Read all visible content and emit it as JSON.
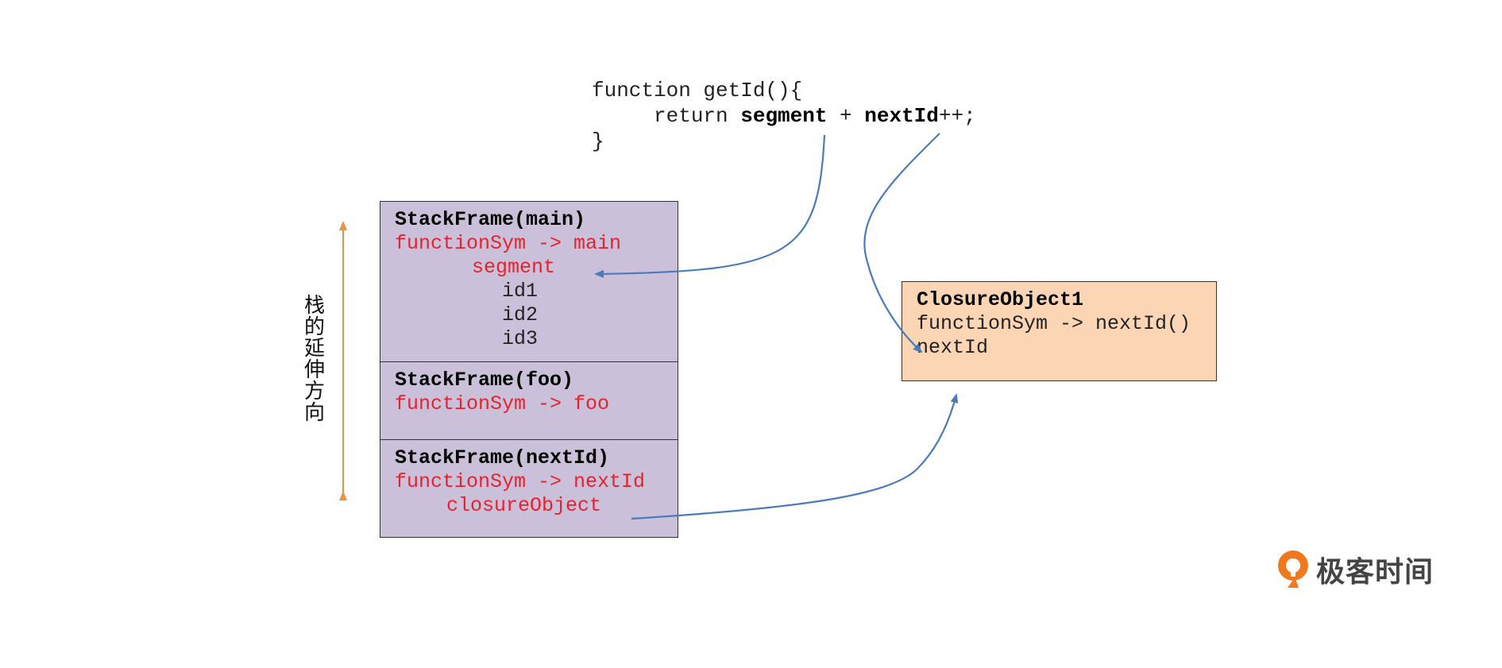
{
  "code": {
    "line1": "function getId(){",
    "line2_prefix": "return ",
    "line2_var1": "segment",
    "line2_mid": " + ",
    "line2_var2": "nextId",
    "line2_suffix": "++;",
    "line3": "}"
  },
  "stack_frames": [
    {
      "title": "StackFrame(main)",
      "function_sym": "functionSym -> main",
      "items": [
        "segment",
        "id1",
        "id2",
        "id3"
      ]
    },
    {
      "title": "StackFrame(foo)",
      "function_sym": "functionSym -> foo",
      "items": []
    },
    {
      "title": "StackFrame(nextId)",
      "function_sym": "functionSym -> nextId",
      "items": [
        "closureObject"
      ]
    }
  ],
  "closure_object": {
    "title": "ClosureObject1",
    "function_sym": "functionSym -> nextId()",
    "var": "nextId"
  },
  "axis_label": "栈的延伸方向",
  "logo": {
    "text": "极客时间"
  },
  "colors": {
    "frame_fill": "#cbc0d9",
    "closure_fill": "#fcd5b5",
    "red_text": "#e8212e",
    "arrow_blue": "#4a7ab8",
    "axis_orange": "#f0913c",
    "logo_orange": "#f0791f"
  }
}
